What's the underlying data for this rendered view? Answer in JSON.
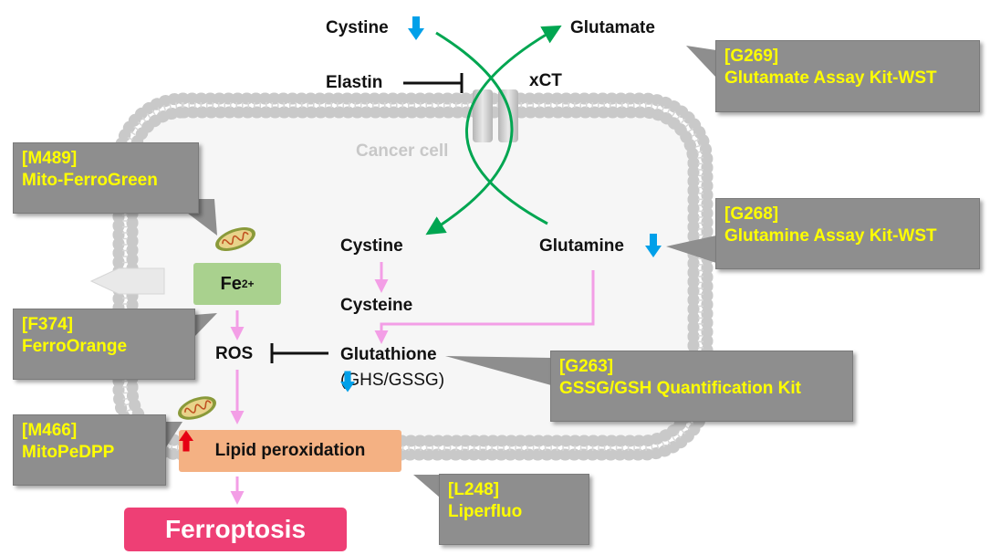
{
  "diagram": {
    "cell_label": "Cancer cell",
    "transporter": "xCT",
    "labels": {
      "cystine_out": "Cystine",
      "glutamate_out": "Glutamate",
      "elastin": "Elastin",
      "cystine_in": "Cystine",
      "glutamine_in": "Glutamine",
      "cysteine": "Cysteine",
      "glutathione": "Glutathione",
      "glutathione_sub": "(GHS/GSSG",
      "glutathione_close": ")",
      "ros": "ROS",
      "fe": "Fe",
      "fe_charge": "2+",
      "lipid": "Lipid peroxidation",
      "ferroptosis": "Ferroptosis"
    },
    "callouts": [
      {
        "code": "[G269]",
        "name": "Glutamate Assay Kit-WST"
      },
      {
        "code": "[M489]",
        "name": "Mito-FerroGreen"
      },
      {
        "code": "[G268]",
        "name": "Glutamine Assay Kit-WST"
      },
      {
        "code": "[F374]",
        "name": "FerroOrange"
      },
      {
        "code": "[G263]",
        "name": "GSSG/GSH Quantification Kit"
      },
      {
        "code": "[M466]",
        "name": "MitoPeDPP"
      },
      {
        "code": "[L248]",
        "name": "Liperfluo"
      }
    ],
    "colors": {
      "membrane": "#c9c9c9",
      "transport_arrow": "#00a651",
      "pathway_arrow": "#f39ee6",
      "down_arrow": "#00a0e9",
      "up_arrow": "#e60012",
      "callout_bg": "#8e8e8e",
      "callout_text": "#ffff00",
      "fe_box": "#a9d18e",
      "lipid_box": "#f4b183",
      "ferroptosis_box": "#ee3f75"
    }
  }
}
